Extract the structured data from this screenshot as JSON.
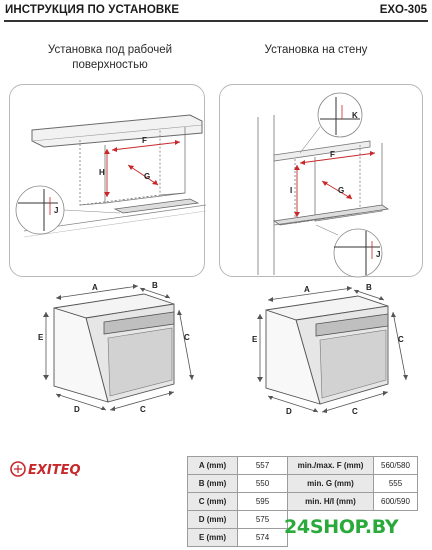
{
  "header": {
    "title": "ИНСТРУКЦИЯ ПО УСТАНОВКЕ",
    "model": "EXO-305"
  },
  "sections": {
    "left_title_line1": "Установка под рабочей",
    "left_title_line2": "поверхностью",
    "right_title": "Установка на стену"
  },
  "diagram_labels": {
    "F": "F",
    "G": "G",
    "H": "H",
    "I": "I",
    "J": "J",
    "K": "K",
    "A": "A",
    "B": "B",
    "C": "C",
    "D": "D",
    "E": "E"
  },
  "logo": {
    "text": "EXITEQ"
  },
  "specs_left": [
    {
      "label": "A (mm)",
      "value": "557"
    },
    {
      "label": "B (mm)",
      "value": "550"
    },
    {
      "label": "C (mm)",
      "value": "595"
    },
    {
      "label": "D (mm)",
      "value": "575"
    },
    {
      "label": "E (mm)",
      "value": "574"
    }
  ],
  "specs_right": [
    {
      "label": "min./max. F (mm)",
      "value": "560/580"
    },
    {
      "label": "min. G (mm)",
      "value": "555"
    },
    {
      "label": "min. H/I (mm)",
      "value": "600/590"
    }
  ],
  "watermark": "24SHOP.BY",
  "colors": {
    "accent_red": "#c8282a",
    "watermark_green": "#2aaa3a"
  }
}
